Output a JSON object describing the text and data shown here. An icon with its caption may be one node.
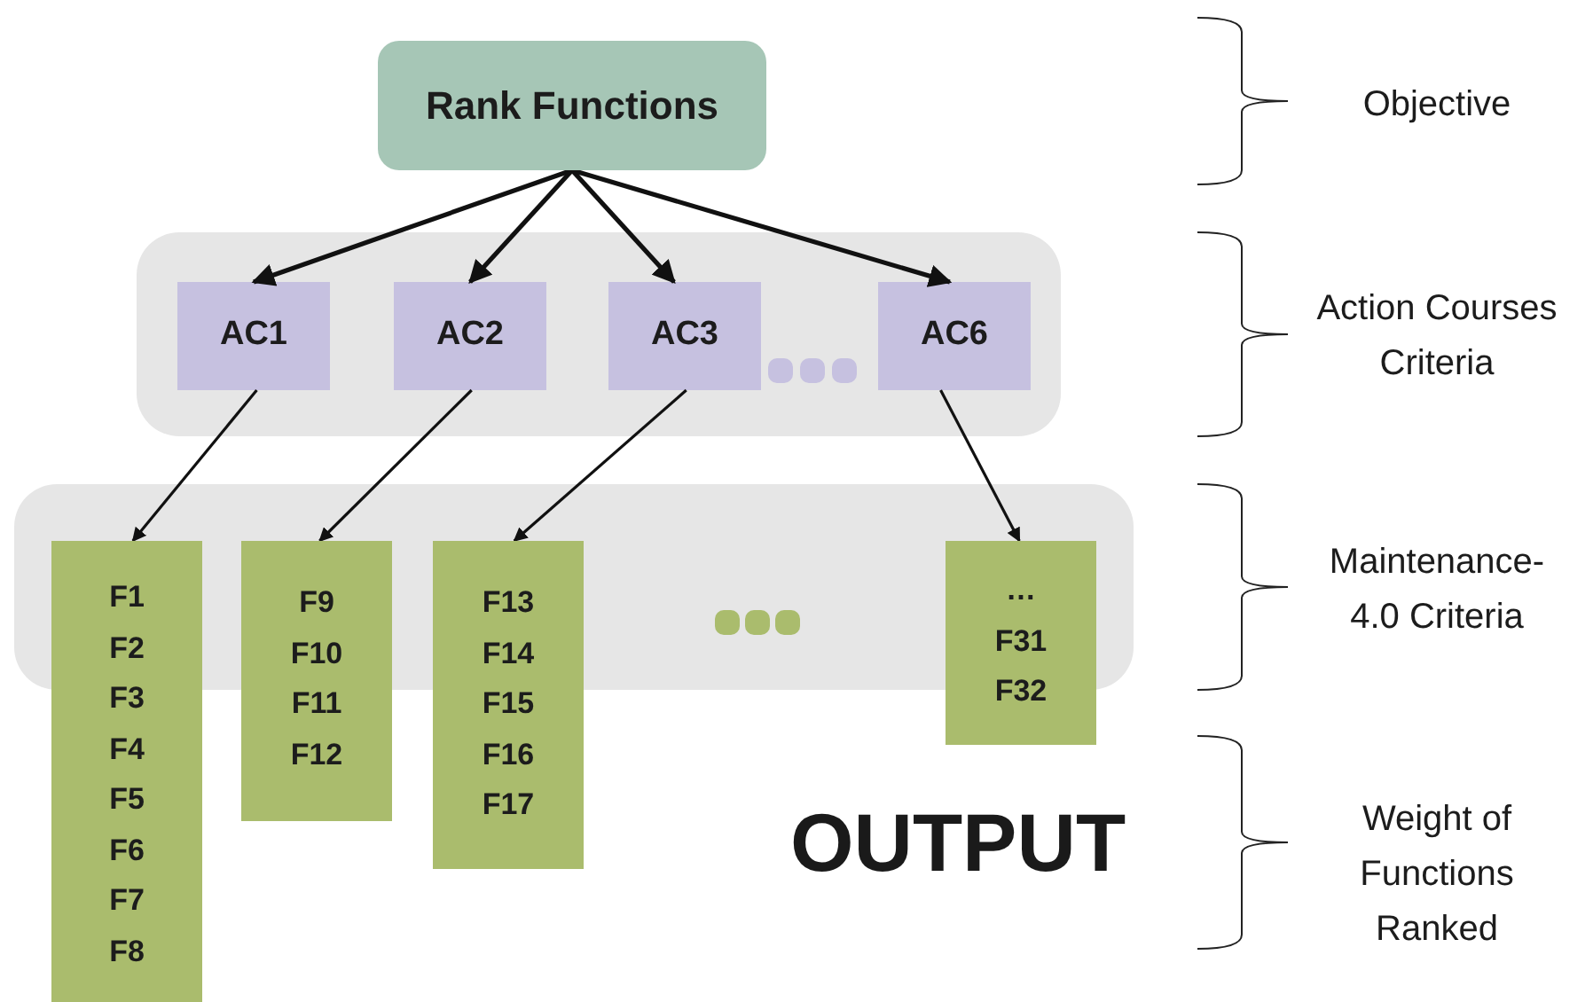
{
  "diagram": {
    "nodes": [
      {
        "text": [
          "Rank Functions"
        ]
      },
      {
        "text": [],
        "shape": "box"
      },
      {
        "text": [
          "AC1"
        ],
        "in": 1
      },
      {
        "text": [
          "AC2"
        ],
        "in": 1
      },
      {
        "text": [
          "AC3"
        ],
        "in": 1
      },
      {
        "text": [
          "AC6"
        ],
        "in": 1
      },
      {
        "text": [
          "F1",
          "F2",
          "F3",
          "F4",
          "F5",
          "F6",
          "F7",
          "F8"
        ]
      },
      {
        "text": [
          "F9",
          "F10",
          "F11",
          "F12"
        ]
      },
      {
        "text": [
          "F13",
          "F14",
          "F15",
          "F16",
          "F17"
        ]
      },
      {
        "text": [
          "…",
          "F31",
          "F32"
        ]
      }
    ],
    "edges": [
      {
        "from": 0,
        "to": 2,
        "arrow": "to"
      },
      {
        "from": 0,
        "to": 3,
        "arrow": "to"
      },
      {
        "from": 0,
        "to": 4,
        "arrow": "to"
      },
      {
        "from": 0,
        "to": 5,
        "arrow": "to"
      },
      {
        "from": 2,
        "to": 6,
        "arrow": "to"
      },
      {
        "from": 3,
        "to": 7,
        "arrow": "to"
      },
      {
        "from": 4,
        "to": 8,
        "arrow": "to"
      },
      {
        "from": 5,
        "to": 9,
        "arrow": "to"
      }
    ],
    "labels": [
      "Objective",
      "Action Courses Criteria",
      "Maintenance-4.0 Criteria",
      "OUTPUT",
      "Weight of Functions Ranked"
    ]
  }
}
